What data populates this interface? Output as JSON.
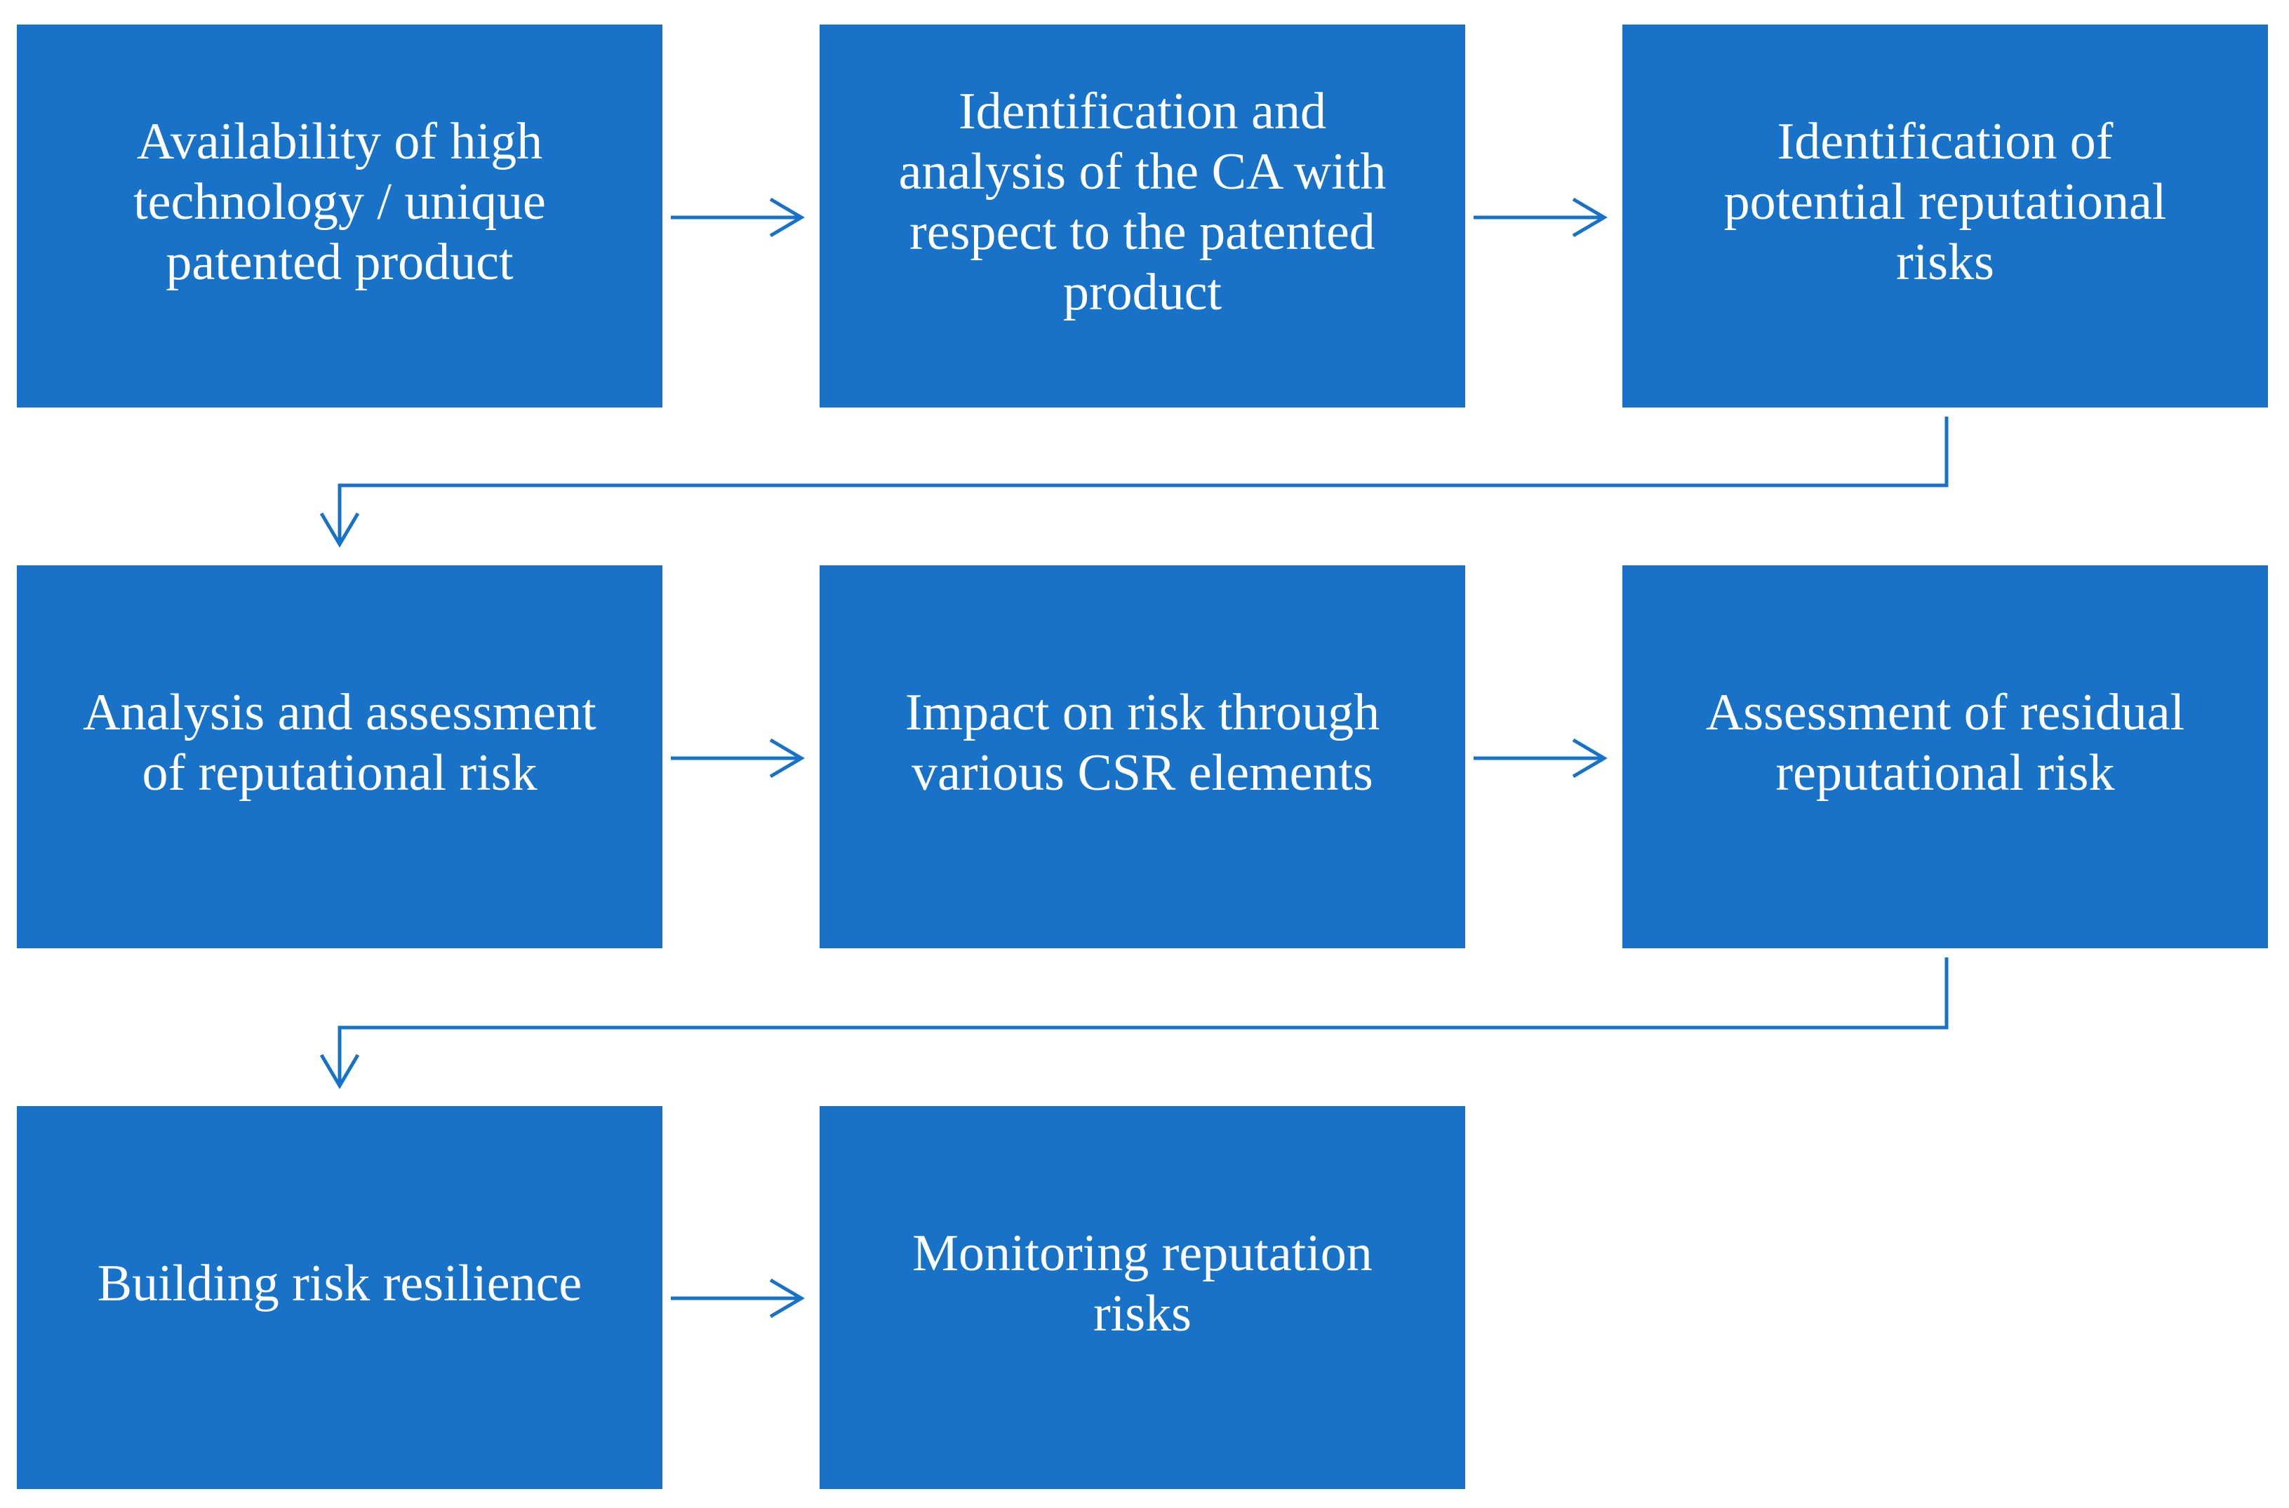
{
  "diagram": {
    "accent_color": "#1873C8",
    "text_color": "#ffffff",
    "steps": [
      {
        "label": "Availability of high\ntechnology / unique\npatented product"
      },
      {
        "label": "Identification and\nanalysis of the CA with\nrespect to the patented\nproduct"
      },
      {
        "label": "Identification of\npotential reputational\nrisks"
      },
      {
        "label": "Analysis and assessment\nof reputational risk"
      },
      {
        "label": "Impact on risk through\nvarious CSR elements"
      },
      {
        "label": "Assessment of residual\nreputational risk"
      },
      {
        "label": "Building risk resilience"
      },
      {
        "label": "Monitoring reputation\nrisks"
      }
    ]
  }
}
